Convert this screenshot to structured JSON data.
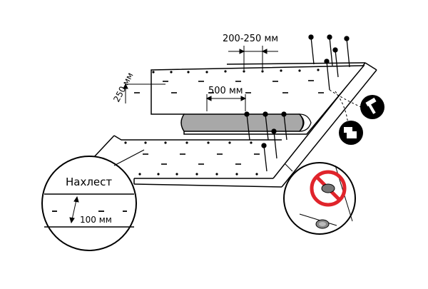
{
  "labels": {
    "spacing_rows": "250 мм",
    "spacing_nails": "200-250 мм",
    "spacing_mid": "500 мм",
    "overlap_title": "Нахлест",
    "overlap_width": "100 мм"
  },
  "icons": [
    "hammer-icon",
    "nail-gun-icon",
    "prohibited-icon",
    "washer-icon"
  ],
  "colors": {
    "ink": "#000000",
    "sheet": "#ffffff",
    "roll_shade": "#a8a8a8",
    "prohibited": "#e0242b",
    "icon_fill": "#000000"
  }
}
